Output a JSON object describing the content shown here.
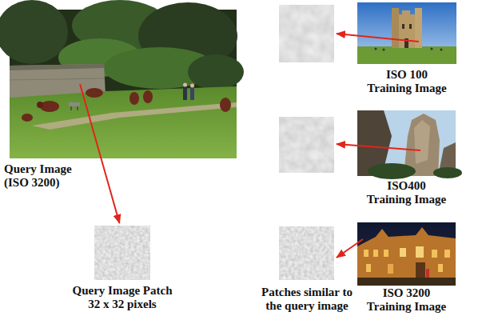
{
  "diagram": {
    "nodes": [
      {
        "text": [
          "Query Image (ISO 3200)"
        ]
      },
      {
        "text": [
          "Query Image Patch 32 x 32 pixels"
        ]
      },
      {
        "text": [
          "ISO 100 Training Image"
        ]
      },
      {
        "text": [
          "ISO400 Training Image"
        ]
      },
      {
        "text": [
          "ISO 3200 Training Image"
        ]
      }
    ],
    "edges": [
      {
        "from": 0,
        "to": 1,
        "arrow": "to"
      }
    ],
    "labels": [
      "Patches similar to the query image"
    ]
  }
}
